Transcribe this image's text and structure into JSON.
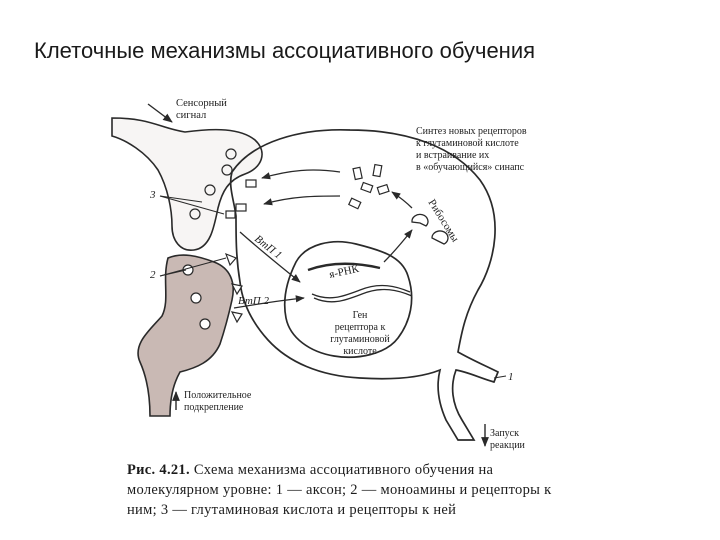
{
  "slide": {
    "title": "Клеточные механизмы ассоциативного обучения"
  },
  "diagram": {
    "labels": {
      "sensory_line1": "Сенсорный",
      "sensory_line2": "сигнал",
      "synth_line1": "Синтез новых рецепторов",
      "synth_line2": "к глутаминовой кислоте",
      "synth_line3": "и встраивание их",
      "synth_line4": "в «обучающийся» синапс",
      "ribosomes": "Рибосомы",
      "vtp1": "ВтП 1",
      "vtp2": "ВтП 2",
      "mrna": "я-РНК",
      "gene_line1": "Ген",
      "gene_line2": "рецептора к",
      "gene_line3": "глутаминовой",
      "gene_line4": "кислоте",
      "positive_line1": "Положительное",
      "positive_line2": "подкрепление",
      "launch_line1": "Запуск",
      "launch_line2": "реакции",
      "num1": "1",
      "num2": "2",
      "num3": "3"
    },
    "caption": {
      "fig": "Рис. 4.21.",
      "text": " Схема механизма ассоциативного обучения на молекулярном уровне: 1 — аксон; 2 — моноамины и рецепторы к ним; 3 — глутаминовая кислота и рецепторы к ней"
    },
    "colors": {
      "ink": "#2a2a2a",
      "terminal_fill": "#c9b9b4"
    }
  }
}
